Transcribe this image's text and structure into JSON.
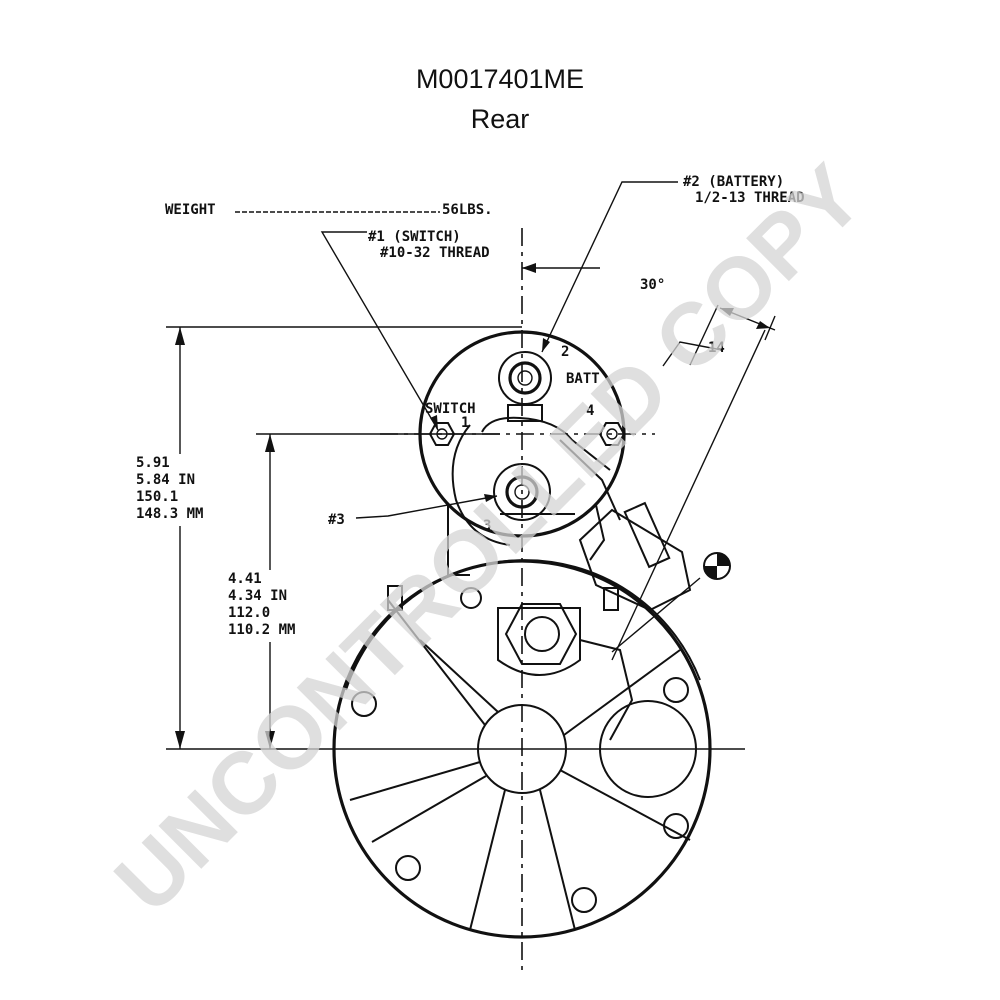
{
  "title": {
    "part_number": "M0017401ME",
    "view": "Rear"
  },
  "weight": {
    "label": "WEIGHT",
    "value": "56LBS."
  },
  "callouts": {
    "battery_line1": "#2 (BATTERY)",
    "battery_line2": "1/2-13 THREAD",
    "switch_line1": "#1 (SWITCH)",
    "switch_line2": "#10-32 THREAD",
    "terminal3": "#3",
    "angle": "30°",
    "angle_dim": "14"
  },
  "terminals": {
    "batt": "BATT",
    "switch": "SWITCH",
    "n1": "1",
    "n2": "2",
    "n3": "3",
    "n4": "4"
  },
  "dimensions": {
    "overall": [
      "5.91",
      "5.84 IN",
      "150.1",
      "148.3 MM"
    ],
    "center": [
      "4.41",
      "4.34 IN",
      "112.0",
      "110.2 MM"
    ]
  },
  "watermark": "UNCONTROLLED COPY"
}
